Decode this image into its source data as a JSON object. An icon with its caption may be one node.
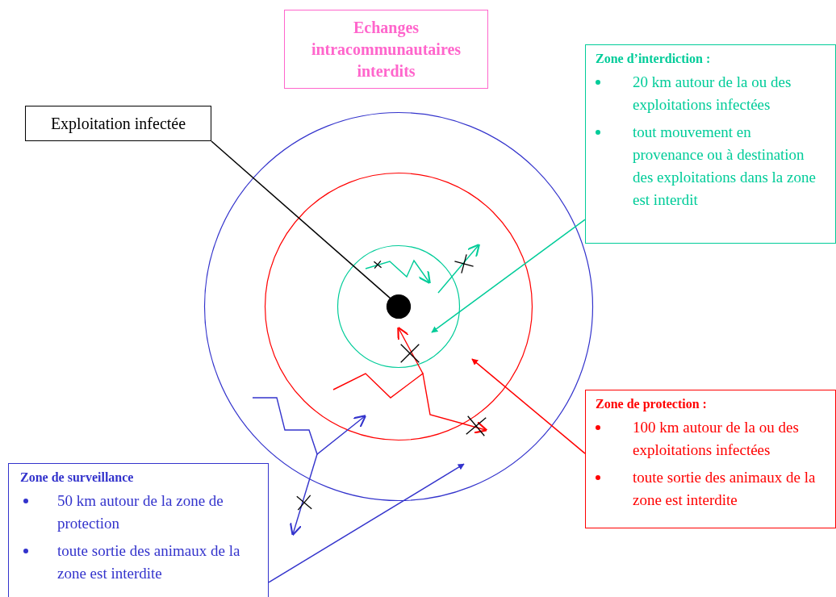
{
  "diagram": {
    "nodes": [
      {
        "text": [
          "Echanges intracommunautaires interdits"
        ]
      },
      {
        "text": [
          "Exploitation infectée"
        ]
      },
      {
        "text": [],
        "shape": "circle"
      },
      {
        "text": [],
        "shape": "circle",
        "in": 2
      },
      {
        "text": [],
        "shape": "circle",
        "in": 3
      },
      {
        "text": [],
        "shape": "circle",
        "in": 4
      },
      {
        "text": [
          "Zone d’interdiction :",
          "20 km autour de la ou des exploitations infectées",
          "tout mouvement en provenance ou à destination des exploitations dans la zone est interdit"
        ]
      },
      {
        "text": [
          "Zone de protection :",
          "100 km autour de la ou des exploitations infectées",
          "toute sortie des animaux de la zone est interdite"
        ]
      },
      {
        "text": [
          "Zone de surveillance",
          "50 km autour de la zone de protection",
          "toute sortie des animaux de la zone est interdite"
        ]
      }
    ],
    "edges": [
      {
        "from": 1,
        "to": 5,
        "arrow": "none"
      },
      {
        "from": 6,
        "to": 4,
        "arrow": "to",
        "color": "#00cc99"
      },
      {
        "from": 7,
        "to": 3,
        "arrow": "to",
        "color": "#ff0000"
      },
      {
        "from": 8,
        "to": 2,
        "arrow": "to",
        "color": "#3333cc"
      }
    ]
  }
}
